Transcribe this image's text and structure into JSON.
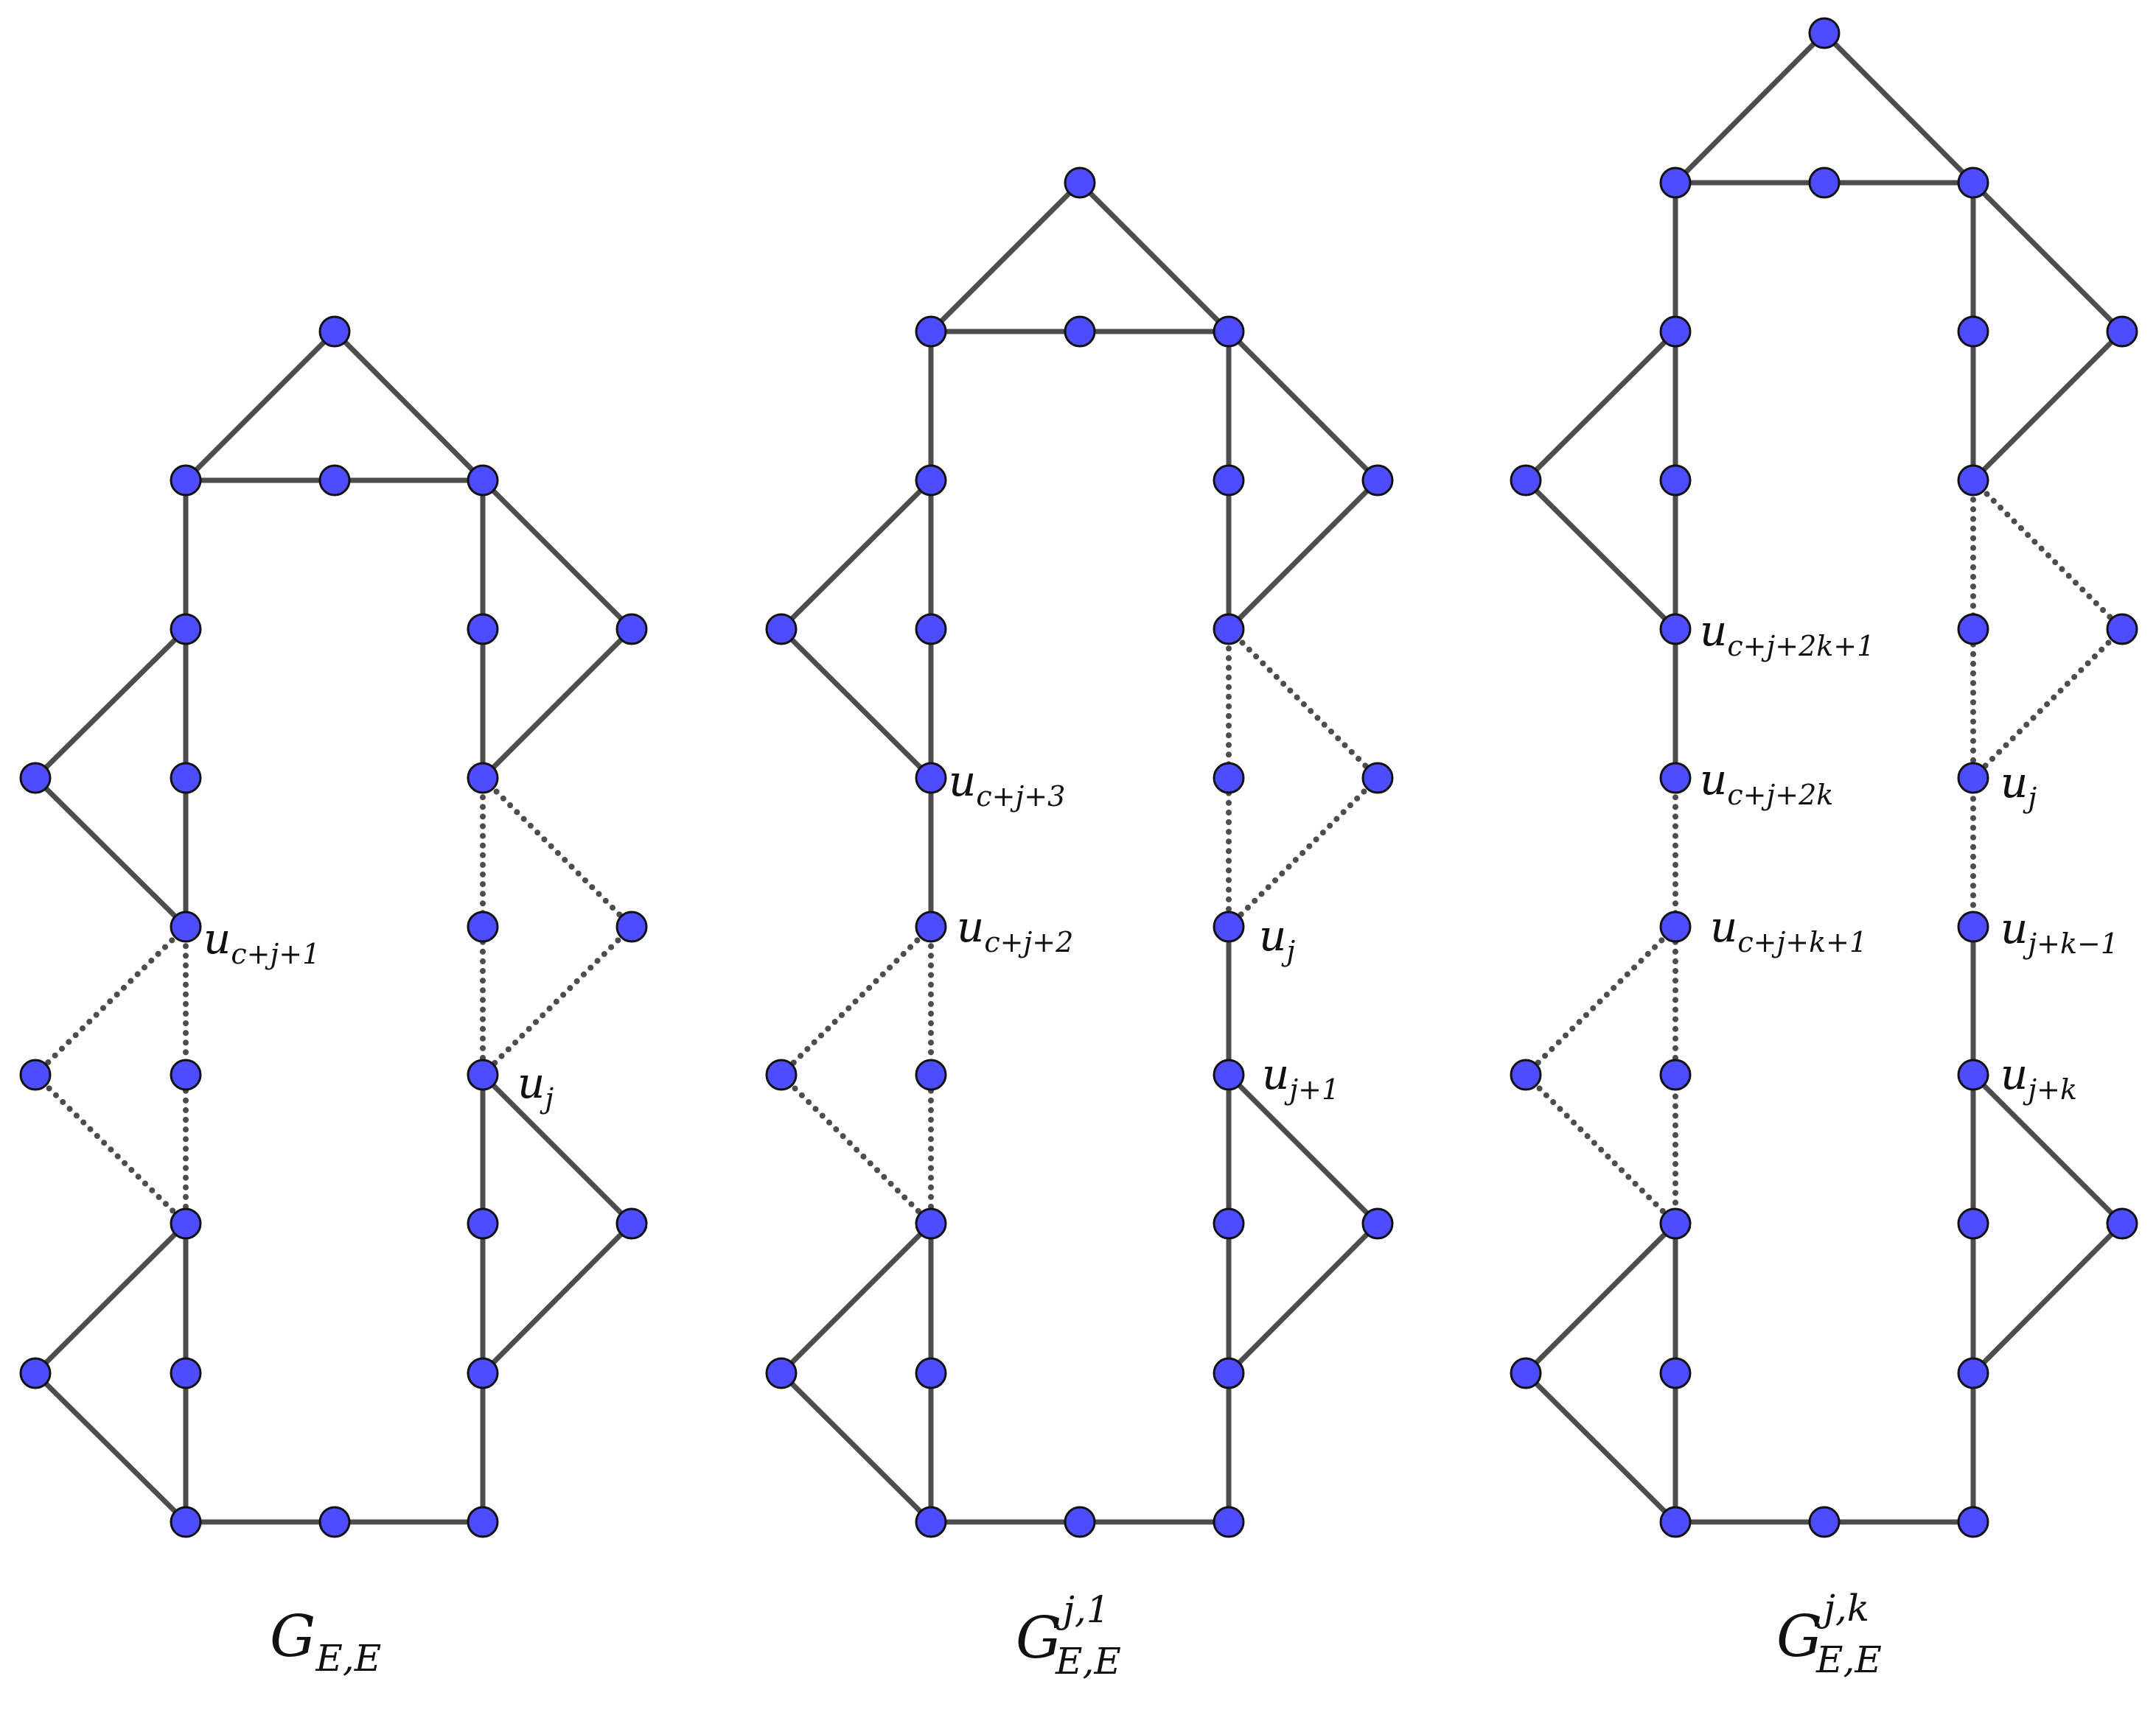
{
  "graphs": [
    {
      "caption": {
        "base": "G",
        "sub": "E,E",
        "sup": ""
      },
      "labels": [
        {
          "base": "u",
          "sub": "c+j+1"
        },
        {
          "base": "u",
          "sub": "j"
        }
      ]
    },
    {
      "caption": {
        "base": "G",
        "sub": "E,E",
        "sup": "j,1"
      },
      "labels": [
        {
          "base": "u",
          "sub": "c+j+3"
        },
        {
          "base": "u",
          "sub": "c+j+2"
        },
        {
          "base": "u",
          "sub": "j"
        },
        {
          "base": "u",
          "sub": "j+1"
        }
      ]
    },
    {
      "caption": {
        "base": "G",
        "sub": "E,E",
        "sup": "j,k"
      },
      "labels": [
        {
          "base": "u",
          "sub": "c+j+2k+1"
        },
        {
          "base": "u",
          "sub": "c+j+2k"
        },
        {
          "base": "u",
          "sub": "c+j+k+1"
        },
        {
          "base": "u",
          "sub": "j"
        },
        {
          "base": "u",
          "sub": "j+k−1"
        },
        {
          "base": "u",
          "sub": "j+k"
        }
      ]
    }
  ],
  "colors": {
    "node": "#4d4dff",
    "edge": "#4d4d4d"
  }
}
